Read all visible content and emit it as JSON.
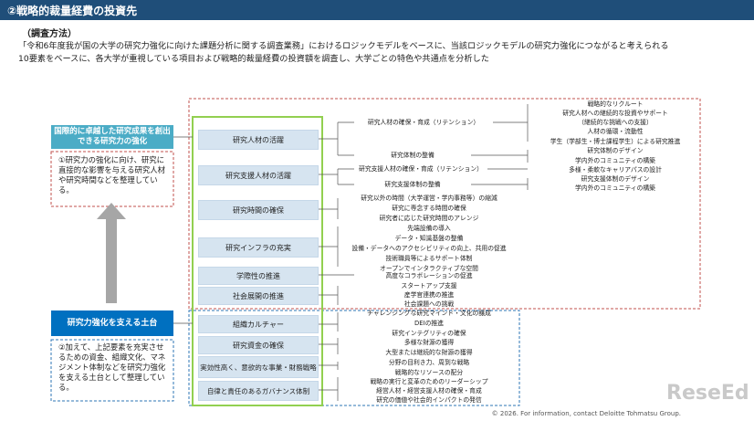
{
  "header": {
    "title": "②戦略的裁量経費の投資先"
  },
  "method": {
    "heading": "（調査方法）",
    "line1": "「令和6年度我が国の大学の研究力強化に向けた課題分析に関する調査業務」におけるロジックモデルをベースに、当該ロジックモデルの研究力強化につながると考えられる",
    "line2": "10要素をベースに、各大学が重視している項目および戦略的裁量経費の投資額を調査し、大学ごとの特色や共通点を分析した"
  },
  "left": {
    "top_box": "国際的に卓越した研究成果を創出できる研究力の強化",
    "top_note": "①研究力の強化に向け、研究に直接的な影響を与える研究人材や研究時間などを整理している。",
    "bottom_box": "研究力強化を支える土台",
    "bottom_note": "②加えて、上記要素を充実させるための資金、組織文化、マネジメント体制などを研究力強化を支える土台として整理している。"
  },
  "categories": [
    "研究人材の活躍",
    "研究支援人材の活躍",
    "研究時間の確保",
    "研究インフラの充実",
    "学際性の推進",
    "社会展開の推進",
    "組織カルチャー",
    "研究資金の確保",
    "実効性高く、意欲的な事業・財務戦略",
    "自律と責任のあるガバナンス体制"
  ],
  "level2": [
    "研究人材の確保・育成（リテンション）",
    "研究体制の整備",
    "研究支援人材の確保・育成（リテンション）",
    "研究支援体制の整備",
    "研究以外の時間（大学運営・学内事務等）の縮減",
    "研究に専念する時間の確保",
    "研究者に応じた研究時間のアレンジ",
    "先端設備の導入",
    "データ・知識基盤の整備",
    "設備・データへのアクセシビリティの向上、共用の促進",
    "技術職員等によるサポート体制",
    "オープンでインタラクティブな空間",
    "高度なコラボレーションの促進",
    "スタートアップ支援",
    "産学官連携の推進",
    "社会課題への挑戦",
    "チャレンジングな研究マインド・文化の醸成",
    "DEIの推進",
    "研究インテグリティの確保",
    "多様な財源の獲得",
    "大型または継続的な財源の獲得",
    "分野の目利き力、周到な戦略",
    "戦略的なリソースの配分",
    "戦略の実行と変革のためのリーダーシップ",
    "経営人材・経営支援人材の確保・育成",
    "研究の価値や社会的インパクトの発信"
  ],
  "level3": [
    "戦略的なリクルート",
    "研究人材への継続的な投資やサポート",
    "（継続的な挑戦への支援）",
    "人材の循環・流動性",
    "学生（学部生・博士課程学生）による研究推進",
    "研究体制のデザイン",
    "学内外のコミュニティの構築",
    "多様・柔軟なキャリアパスの設計",
    "研究支援体制のデザイン",
    "学内外のコミュニティの構築"
  ],
  "footer": {
    "copyright": "© 2026. For information, contact Deloitte Tohmatsu Group."
  },
  "logo": {
    "text": "ReseEd"
  },
  "colors": {
    "header": "#1f4e79",
    "top_box": "#4bacc6",
    "bottom_box": "#0070c0",
    "cat_fill": "#d6e4f0",
    "green_frame": "#92d050",
    "red_dash": "#c0504d",
    "blue_dash": "#2e75b6",
    "arrow": "#a6a6a6"
  }
}
